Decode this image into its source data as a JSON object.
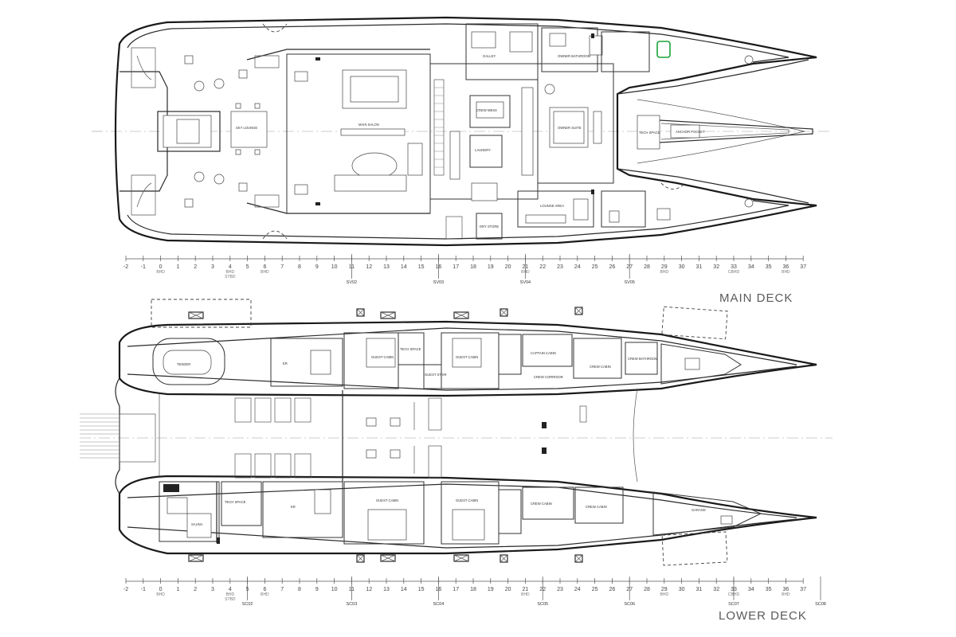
{
  "titles": {
    "main_deck": "MAIN DECK",
    "lower_deck": "LOWER DECK"
  },
  "main_deck": {
    "rooms": [
      {
        "name": "main-salon",
        "label": "MAIN SALON"
      },
      {
        "name": "sky-lounge",
        "label": "SKY LOUNGE"
      },
      {
        "name": "crew-mess",
        "label": "CREW MESS"
      },
      {
        "name": "laundry",
        "label": "LAUNDRY"
      },
      {
        "name": "galley",
        "label": "GALLEY"
      },
      {
        "name": "dinner-suite",
        "label": "OWNER SUITE"
      },
      {
        "name": "owner-bathroom",
        "label": "OWNER BATHROOM"
      },
      {
        "name": "lounge-area",
        "label": "LOUNGE AREA"
      },
      {
        "name": "dry-store",
        "label": "DRY STORE"
      },
      {
        "name": "anchor-pocket",
        "label": "ANCHOR POCKET"
      },
      {
        "name": "tech-space",
        "label": "TECH SPACE"
      }
    ],
    "frames": [
      "-2",
      "-1",
      "0",
      "1",
      "2",
      "3",
      "4",
      "5",
      "6",
      "7",
      "8",
      "9",
      "10",
      "11",
      "12",
      "13",
      "14",
      "15",
      "16",
      "17",
      "18",
      "19",
      "20",
      "21",
      "22",
      "23",
      "24",
      "25",
      "26",
      "27",
      "28",
      "29",
      "30",
      "31",
      "32",
      "33",
      "34",
      "35",
      "36",
      "37"
    ],
    "sub_labels": [
      {
        "frame": "0",
        "text": "BHD"
      },
      {
        "frame": "4",
        "text": "BHD"
      },
      {
        "frame": "4",
        "text": "STBD"
      },
      {
        "frame": "6",
        "text": "BHD"
      },
      {
        "frame": "21",
        "text": "BHD"
      },
      {
        "frame": "29",
        "text": "BHD"
      },
      {
        "frame": "33",
        "text": "CBHD"
      },
      {
        "frame": "36",
        "text": "BHD"
      }
    ],
    "stations": [
      {
        "frame": "11",
        "text": "SV02"
      },
      {
        "frame": "16",
        "text": "SV03"
      },
      {
        "frame": "21",
        "text": "SV04"
      },
      {
        "frame": "27",
        "text": "SV05"
      }
    ]
  },
  "lower_deck": {
    "rooms": [
      {
        "name": "guest-cabin-stbd-1",
        "label": "GUEST CABIN"
      },
      {
        "name": "guest-cabin-stbd-2",
        "label": "GUEST CABIN"
      },
      {
        "name": "guest-cabin-port-1",
        "label": "GUEST CABIN"
      },
      {
        "name": "guest-cabin-port-2",
        "label": "GUEST CABIN"
      },
      {
        "name": "tech-space-stbd",
        "label": "TECH SPACE"
      },
      {
        "name": "tech-space-port",
        "label": "TECH SPACE"
      },
      {
        "name": "guest-stair",
        "label": "GUEST STAIR"
      },
      {
        "name": "captain-cabin",
        "label": "CAPTAIN CABIN"
      },
      {
        "name": "crew-corridor",
        "label": "CREW CORRIDOR"
      },
      {
        "name": "crew-cabin-1",
        "label": "CREW CABIN"
      },
      {
        "name": "crew-cabin-2",
        "label": "CREW CABIN"
      },
      {
        "name": "crew-cabin-3",
        "label": "CREW CABIN"
      },
      {
        "name": "crew-bathroom",
        "label": "CREW BATHROOM"
      },
      {
        "name": "garage",
        "label": "GARAGE"
      },
      {
        "name": "tender-garage",
        "label": "TENDER"
      },
      {
        "name": "sauna",
        "label": "SAUNA"
      },
      {
        "name": "engine-room-stbd",
        "label": "ER"
      },
      {
        "name": "engine-room-port",
        "label": "ER"
      }
    ],
    "frames": [
      "-2",
      "-1",
      "0",
      "1",
      "2",
      "3",
      "4",
      "5",
      "6",
      "7",
      "8",
      "9",
      "10",
      "11",
      "12",
      "13",
      "14",
      "15",
      "16",
      "17",
      "18",
      "19",
      "20",
      "21",
      "22",
      "23",
      "24",
      "25",
      "26",
      "27",
      "28",
      "29",
      "30",
      "31",
      "32",
      "33",
      "34",
      "35",
      "36",
      "37"
    ],
    "sub_labels": [
      {
        "frame": "0",
        "text": "BHD"
      },
      {
        "frame": "4",
        "text": "BHD"
      },
      {
        "frame": "4",
        "text": "STBD"
      },
      {
        "frame": "6",
        "text": "BHD"
      },
      {
        "frame": "21",
        "text": "BHD"
      },
      {
        "frame": "29",
        "text": "BHD"
      },
      {
        "frame": "33",
        "text": "CBHD"
      },
      {
        "frame": "36",
        "text": "BHD"
      }
    ],
    "stations": [
      {
        "frame": "5",
        "text": "SC02"
      },
      {
        "frame": "11",
        "text": "SC03"
      },
      {
        "frame": "16",
        "text": "SC04"
      },
      {
        "frame": "22",
        "text": "SC05"
      },
      {
        "frame": "27",
        "text": "SC06"
      },
      {
        "frame": "33",
        "text": "SC07"
      },
      {
        "frame": "38",
        "text": "SC08"
      }
    ]
  },
  "colors": {
    "line": "#2a2a2a",
    "highlight": "#1aa336",
    "title": "#5a5a5a"
  }
}
